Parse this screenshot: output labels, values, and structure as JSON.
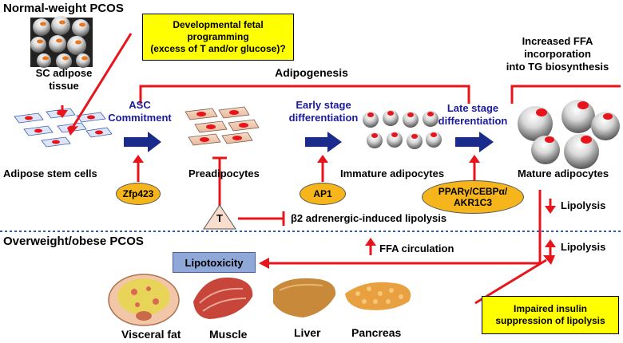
{
  "top_section": {
    "title": "Normal-weight PCOS",
    "sc_line1": "SC adipose",
    "sc_line2": "tissue",
    "fetal_line1": "Developmental fetal",
    "fetal_line2": "programming",
    "fetal_line3": "(excess of T and/or glucose)?",
    "adipogenesis": "Adipogenesis",
    "ffa_line1": "Increased FFA",
    "ffa_line2": "incorporation",
    "ffa_line3": "into TG biosynthesis",
    "asc_line1": "ASC",
    "asc_line2": "Commitment",
    "early_line1": "Early stage",
    "early_line2": "differentiation",
    "late_line1": "Late stage",
    "late_line2": "differentiation",
    "stem_cells": "Adipose stem cells",
    "preadipocytes": "Preadipocytes",
    "immature": "Immature adipocytes",
    "mature": "Mature adipocytes",
    "zfp": "Zfp423",
    "ap1": "AP1",
    "ppar_line1": "PPARγ/CEBPα/",
    "ppar_line2": "AKR1C3",
    "t_label": "T",
    "b2": "β2 adrenergic-induced lipolysis",
    "lipolysis_top": "Lipolysis"
  },
  "bottom_section": {
    "title": "Overweight/obese PCOS",
    "ffa_circulation": "FFA circulation",
    "lipolysis": "Lipolysis",
    "lipotoxicity": "Lipotoxicity",
    "insulin_line1": "Impaired insulin",
    "insulin_line2": "suppression of lipolysis",
    "organs": [
      "Visceral fat",
      "Muscle",
      "Liver",
      "Pancreas"
    ]
  },
  "colors": {
    "red_arrow": "#e8141b",
    "blue_arrow": "#1a2b8c",
    "yellow_box": "#ffff00",
    "orange_oval": "#f5b51b",
    "lipotoxicity_box": "#8fa8d8",
    "divider": "#2f5aa8"
  }
}
